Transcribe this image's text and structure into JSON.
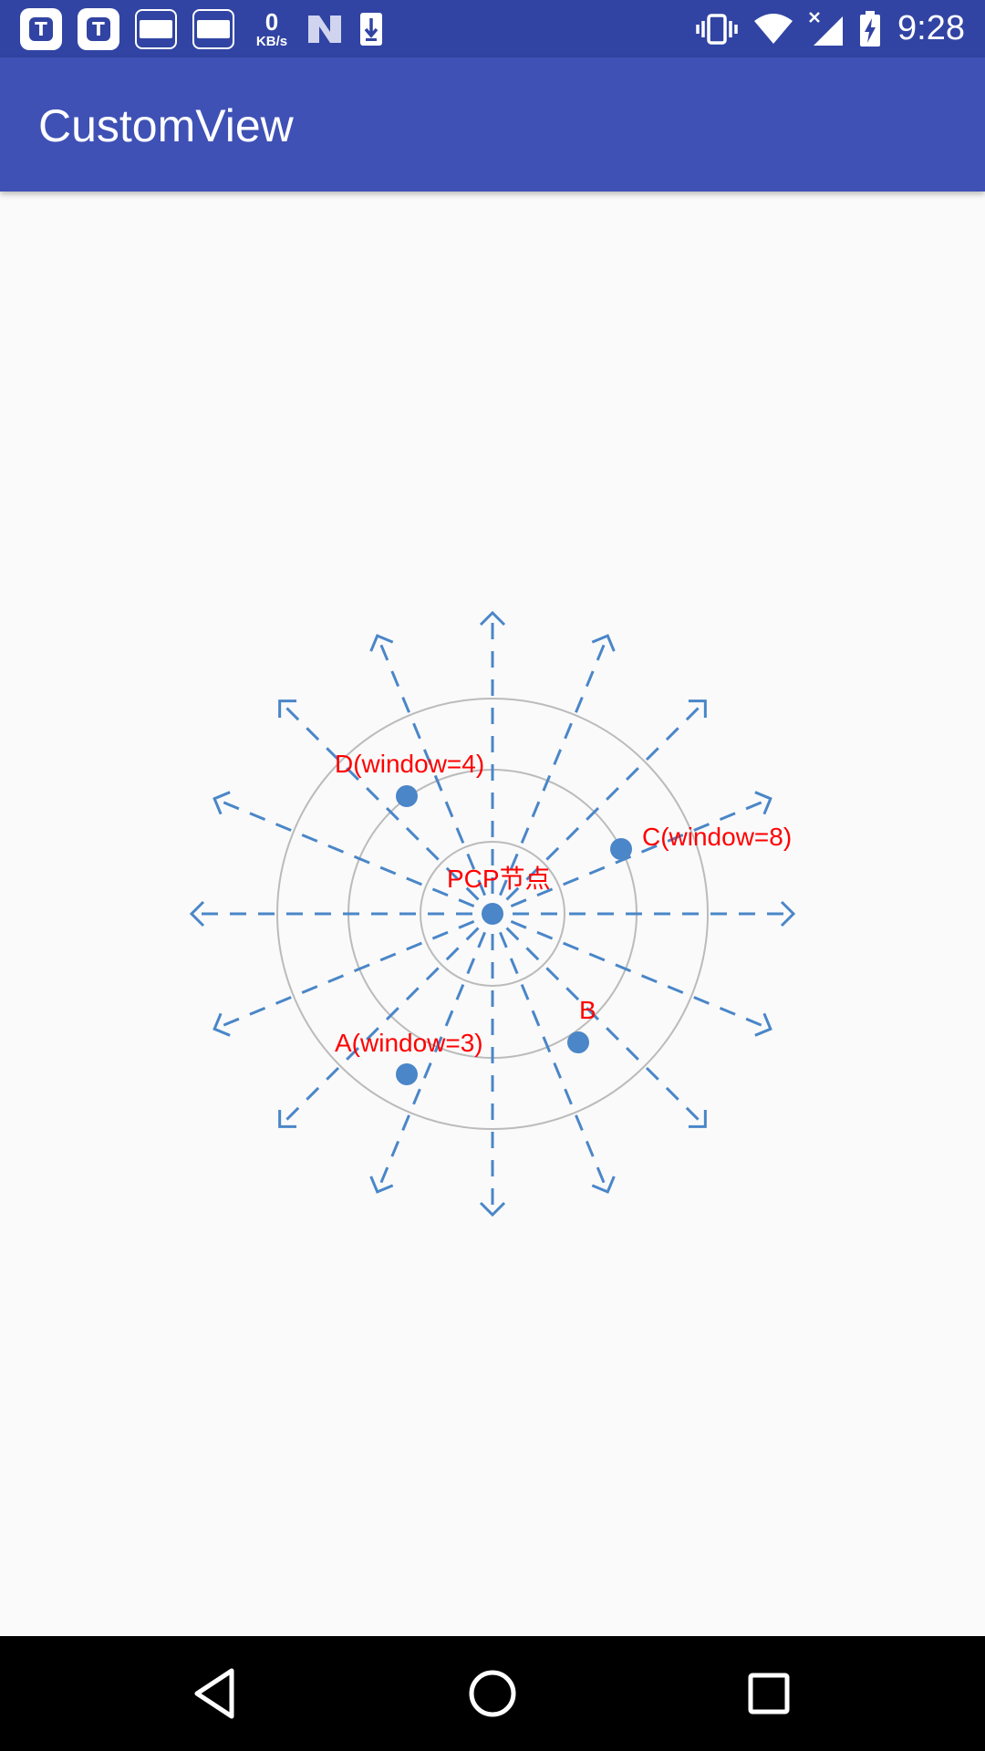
{
  "status_bar": {
    "notification_icons": [
      "toutiao-t-icon",
      "toutiao-t-icon",
      "toutiao-news-icon",
      "toutiao-news-icon",
      "netease-n-icon",
      "download-icon"
    ],
    "app_icon_letter": "T",
    "net_speed_value": "0",
    "net_speed_unit": "KB/s",
    "system_icons": [
      "vibrate-icon",
      "wifi-icon",
      "signal-icon",
      "battery-charging-icon"
    ],
    "time": "9:28"
  },
  "app_bar": {
    "title": "CustomView",
    "color": "#3f51b5"
  },
  "diagram": {
    "center_label": "PCP节点",
    "ring_count": 3,
    "ray_count": 16,
    "nodes": {
      "a": "A(window=3)",
      "b": "B",
      "c": "C(window=8)",
      "d": "D(window=4)"
    },
    "colors": {
      "ray": "#4a86c8",
      "ring": "#bbbbbb",
      "node": "#4a86c8",
      "label": "#ff0000"
    }
  },
  "nav_bar": {
    "buttons": [
      "back-icon",
      "home-icon",
      "recents-icon"
    ]
  }
}
